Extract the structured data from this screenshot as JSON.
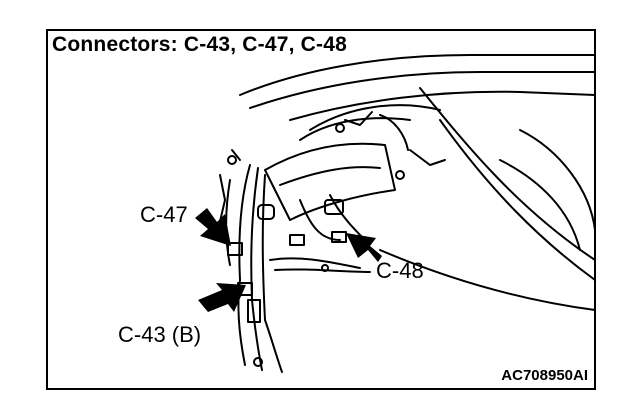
{
  "figure": {
    "title": "Connectors: C-43, C-47, C-48",
    "labels": {
      "c47": "C-47",
      "c48": "C-48",
      "c43b": "C-43 (B)"
    },
    "code": "AC708950AI"
  }
}
